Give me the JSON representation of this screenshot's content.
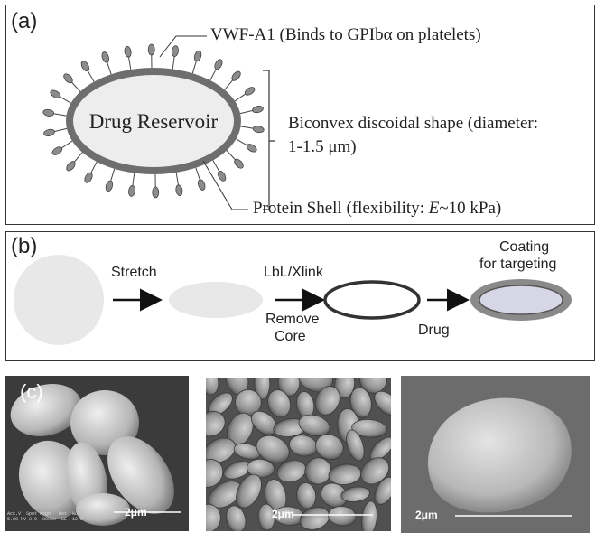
{
  "panel_a": {
    "label": "(a)",
    "reservoir_label": "Drug Reservoir",
    "vwf_label": "VWF-A1 (Binds to GPIbα on platelets)",
    "shape_label_line1": "Biconvex discoidal shape (diameter:",
    "shape_label_line2": "1-1.5 μm)",
    "shell_label_prefix": "Protein Shell (flexibility: ",
    "shell_label_var": "E",
    "shell_label_suffix": "~10 kPa)"
  },
  "panel_b": {
    "label": "(b)",
    "step_stretch": "Stretch",
    "step_lbl": "LbL/Xlink",
    "step_remove_line1": "Remove",
    "step_remove_line2": "Core",
    "step_drug": "Drug",
    "step_coating_line1": "Coating",
    "step_coating_line2": "for targeting"
  },
  "panel_c": {
    "label": "(c)",
    "scale_bar_1": "2μm",
    "scale_bar_2": "2μm",
    "scale_bar_3": "2μm",
    "micro_text": "Acc.V  Spot Magn   Det  WD\n5.00 kV 3.0  8000x  SE  12.2"
  },
  "colors": {
    "protein_shell": "#6e6e6e",
    "reservoir_fill": "#ededed",
    "core_fill": "#e6e6e6",
    "coating_fill": "#8a8a8a",
    "drug_fill": "#d6d6e6"
  }
}
